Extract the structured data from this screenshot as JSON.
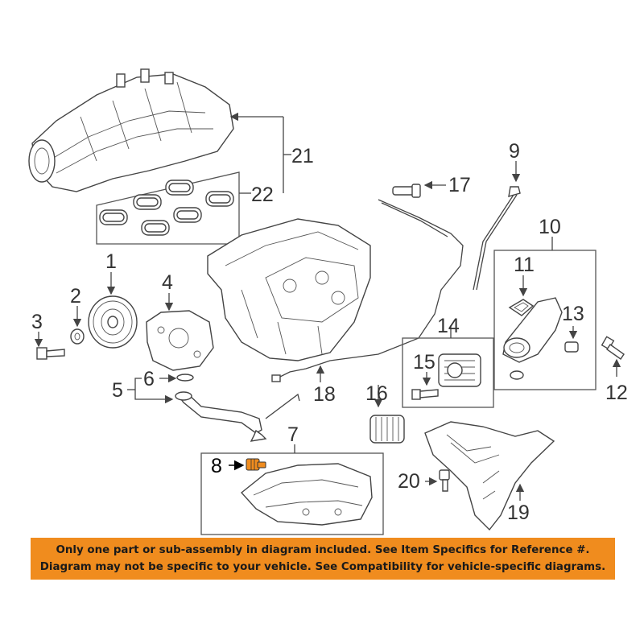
{
  "callouts": {
    "c1": "1",
    "c2": "2",
    "c3": "3",
    "c4": "4",
    "c5": "5",
    "c6": "6",
    "c7": "7",
    "c8": "8",
    "c9": "9",
    "c10": "10",
    "c11": "11",
    "c12": "12",
    "c13": "13",
    "c14": "14",
    "c15": "15",
    "c16": "16",
    "c17": "17",
    "c18": "18",
    "c19": "19",
    "c20": "20",
    "c21": "21",
    "c22": "22"
  },
  "highlighted_part_color": "#f08c1e",
  "notice": {
    "line1": "Only one part or sub-assembly in diagram included. See Item Specifics for Reference #.",
    "line2": "Diagram may not be specific to your vehicle. See Compatibility for vehicle-specific diagrams.",
    "background": "#f08c1e"
  }
}
